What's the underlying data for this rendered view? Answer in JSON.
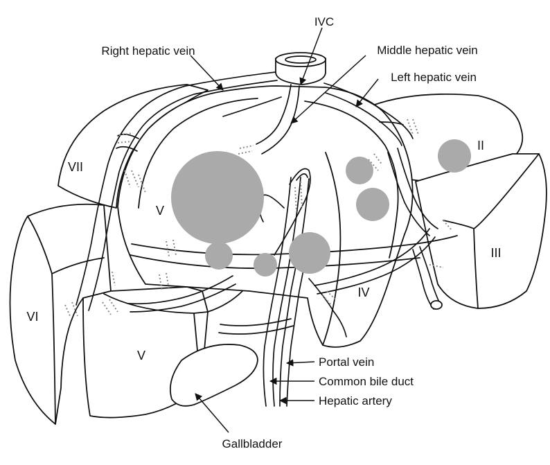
{
  "labels": {
    "ivc": "IVC",
    "right_hepatic_vein": "Right hepatic vein",
    "middle_hepatic_vein": "Middle hepatic vein",
    "left_hepatic_vein": "Left hepatic vein",
    "portal_vein": "Portal vein",
    "common_bile_duct": "Common bile duct",
    "hepatic_artery": "Hepatic artery",
    "gallbladder": "Gallbladder"
  },
  "segments": {
    "ii": "II",
    "iii": "III",
    "iv": "IV",
    "v_upper": "V",
    "v_lower": "V",
    "vi": "VI",
    "vii": "VII"
  },
  "colors": {
    "outline": "#111111",
    "tumor": "#aaaaaa",
    "cut_edge": "#8a8a8a"
  }
}
